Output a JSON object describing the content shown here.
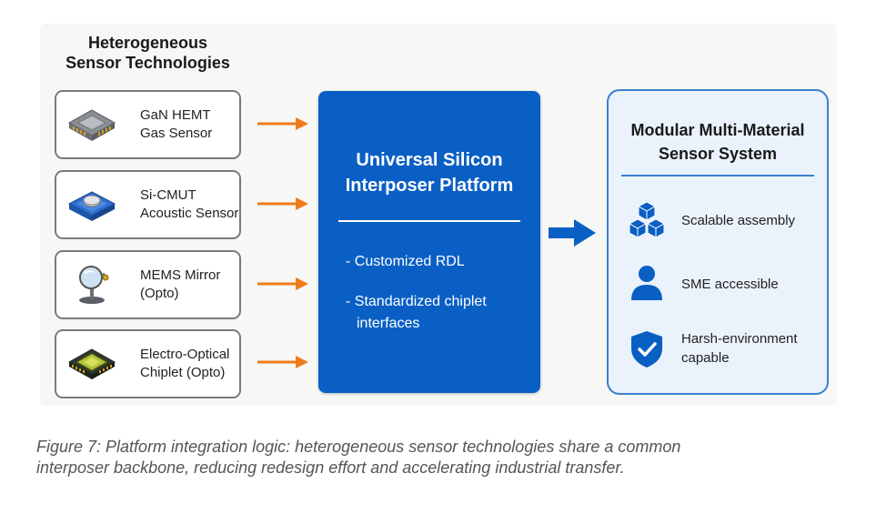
{
  "left_column": {
    "title_line1": "Heterogeneous",
    "title_line2": "Sensor Technologies",
    "sensors": [
      {
        "line1": "GaN HEMT",
        "line2": "Gas Sensor",
        "icon": "gan-chip-icon"
      },
      {
        "line1": "Si-CMUT",
        "line2": "Acoustic Sensor",
        "icon": "cmut-chip-icon"
      },
      {
        "line1": "MEMS Mirror",
        "line2": "(Opto)",
        "icon": "mems-mirror-icon"
      },
      {
        "line1": "Electro-Optical",
        "line2": "Chiplet (Opto)",
        "icon": "electro-optical-chip-icon"
      }
    ]
  },
  "center": {
    "title_line1": "Universal Silicon",
    "title_line2": "Interposer Platform",
    "items": [
      {
        "line1": "- Customized RDL",
        "line2": ""
      },
      {
        "line1": "- Standardized chiplet",
        "line2": "interfaces"
      }
    ]
  },
  "right": {
    "title_line1": "Modular Multi-Material",
    "title_line2": "Sensor System",
    "features": [
      {
        "line1": "Scalable assembly",
        "line2": "",
        "icon": "cubes-icon"
      },
      {
        "line1": "SME accessible",
        "line2": "",
        "icon": "person-icon"
      },
      {
        "line1": "Harsh-environment",
        "line2": "capable",
        "icon": "shield-check-icon"
      }
    ]
  },
  "caption": {
    "line1": "Figure 7: Platform integration logic: heterogeneous sensor technologies share a common",
    "line2": "interposer backbone, reducing redesign effort and accelerating industrial transfer."
  },
  "colors": {
    "accent_blue": "#0a5fc4",
    "arrow_orange": "#f07b1a",
    "right_border": "#3a7fd1"
  }
}
